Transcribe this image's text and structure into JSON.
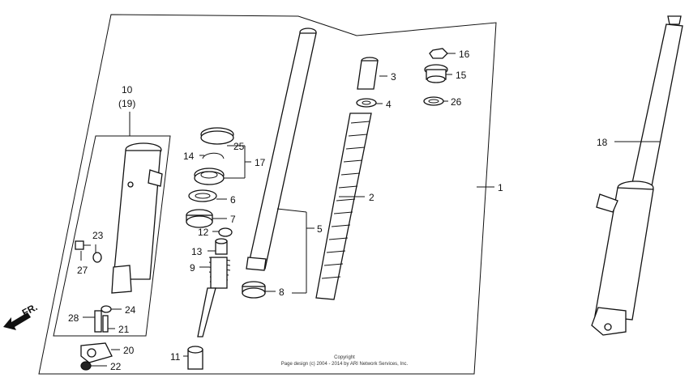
{
  "callouts": {
    "p1": "1",
    "p2": "2",
    "p3": "3",
    "p4": "4",
    "p5": "5",
    "p6": "6",
    "p7": "7",
    "p8": "8",
    "p9": "9",
    "p10": "10",
    "p10b": "(19)",
    "p11": "11",
    "p12": "12",
    "p13": "13",
    "p14": "14",
    "p15": "15",
    "p16": "16",
    "p17": "17",
    "p18": "18",
    "p20": "20",
    "p21": "21",
    "p22": "22",
    "p23": "23",
    "p24": "24",
    "p25": "25",
    "p26": "26",
    "p27": "27",
    "p28": "28"
  },
  "direction_label": "FR.",
  "copyright": {
    "line1": "Copyright",
    "line2": "Page design (c) 2004 - 2014 by ARI Network Services, Inc."
  }
}
